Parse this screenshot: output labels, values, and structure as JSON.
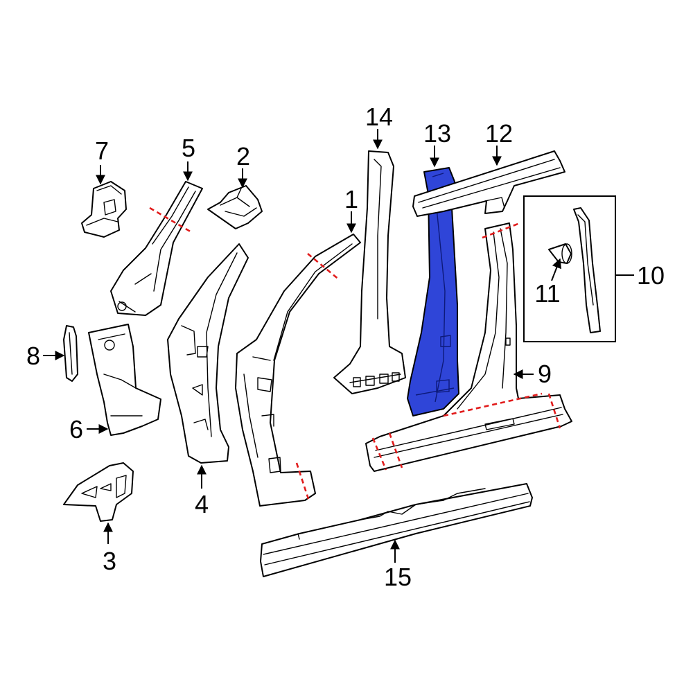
{
  "highlight_color": "#2f45d8",
  "cut_line_color": "#e11b1b",
  "callouts": {
    "c1": "1",
    "c2": "2",
    "c3": "3",
    "c4": "4",
    "c5": "5",
    "c6": "6",
    "c7": "7",
    "c8": "8",
    "c9": "9",
    "c10": "10",
    "c11": "11",
    "c12": "12",
    "c13": "13",
    "c14": "14",
    "c15": "15"
  }
}
